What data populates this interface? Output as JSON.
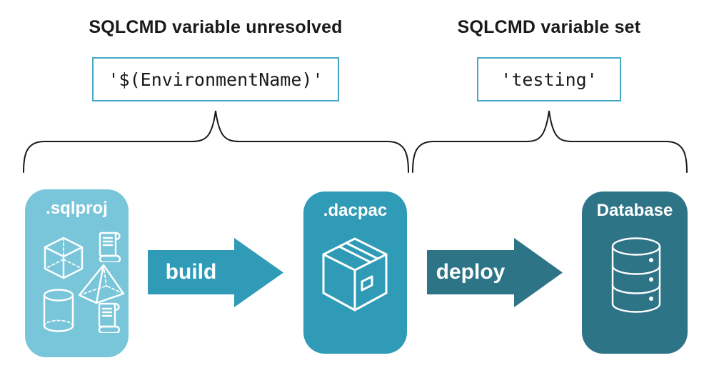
{
  "annotations": {
    "unresolved": {
      "heading": "SQLCMD variable unresolved",
      "code": "'$(EnvironmentName)'"
    },
    "set": {
      "heading": "SQLCMD variable set",
      "code": "'testing'"
    }
  },
  "pipeline": {
    "nodes": [
      {
        "label": ".sqlproj",
        "color": "#79C6DA"
      },
      {
        "label": ".dacpac",
        "color": "#2F9BB7"
      },
      {
        "label": "Database",
        "color": "#2E7487"
      }
    ],
    "arrows": [
      {
        "label": "build",
        "color": "#2F9BB7"
      },
      {
        "label": "deploy",
        "color": "#2E7487"
      }
    ]
  },
  "icons": {
    "sqlproj_cluster": [
      "scroll-icon",
      "cube-icon",
      "pyramid-icon",
      "cylinder-icon",
      "scroll-icon"
    ],
    "dacpac": "package-box-icon",
    "database": "database-cylinder-icon"
  },
  "colors": {
    "code_box_border": "#45A9C6",
    "text": "#1A1A1A",
    "brace": "#1A1A1A",
    "icon_stroke": "#FFFFFF",
    "background": "#FFFFFF"
  }
}
